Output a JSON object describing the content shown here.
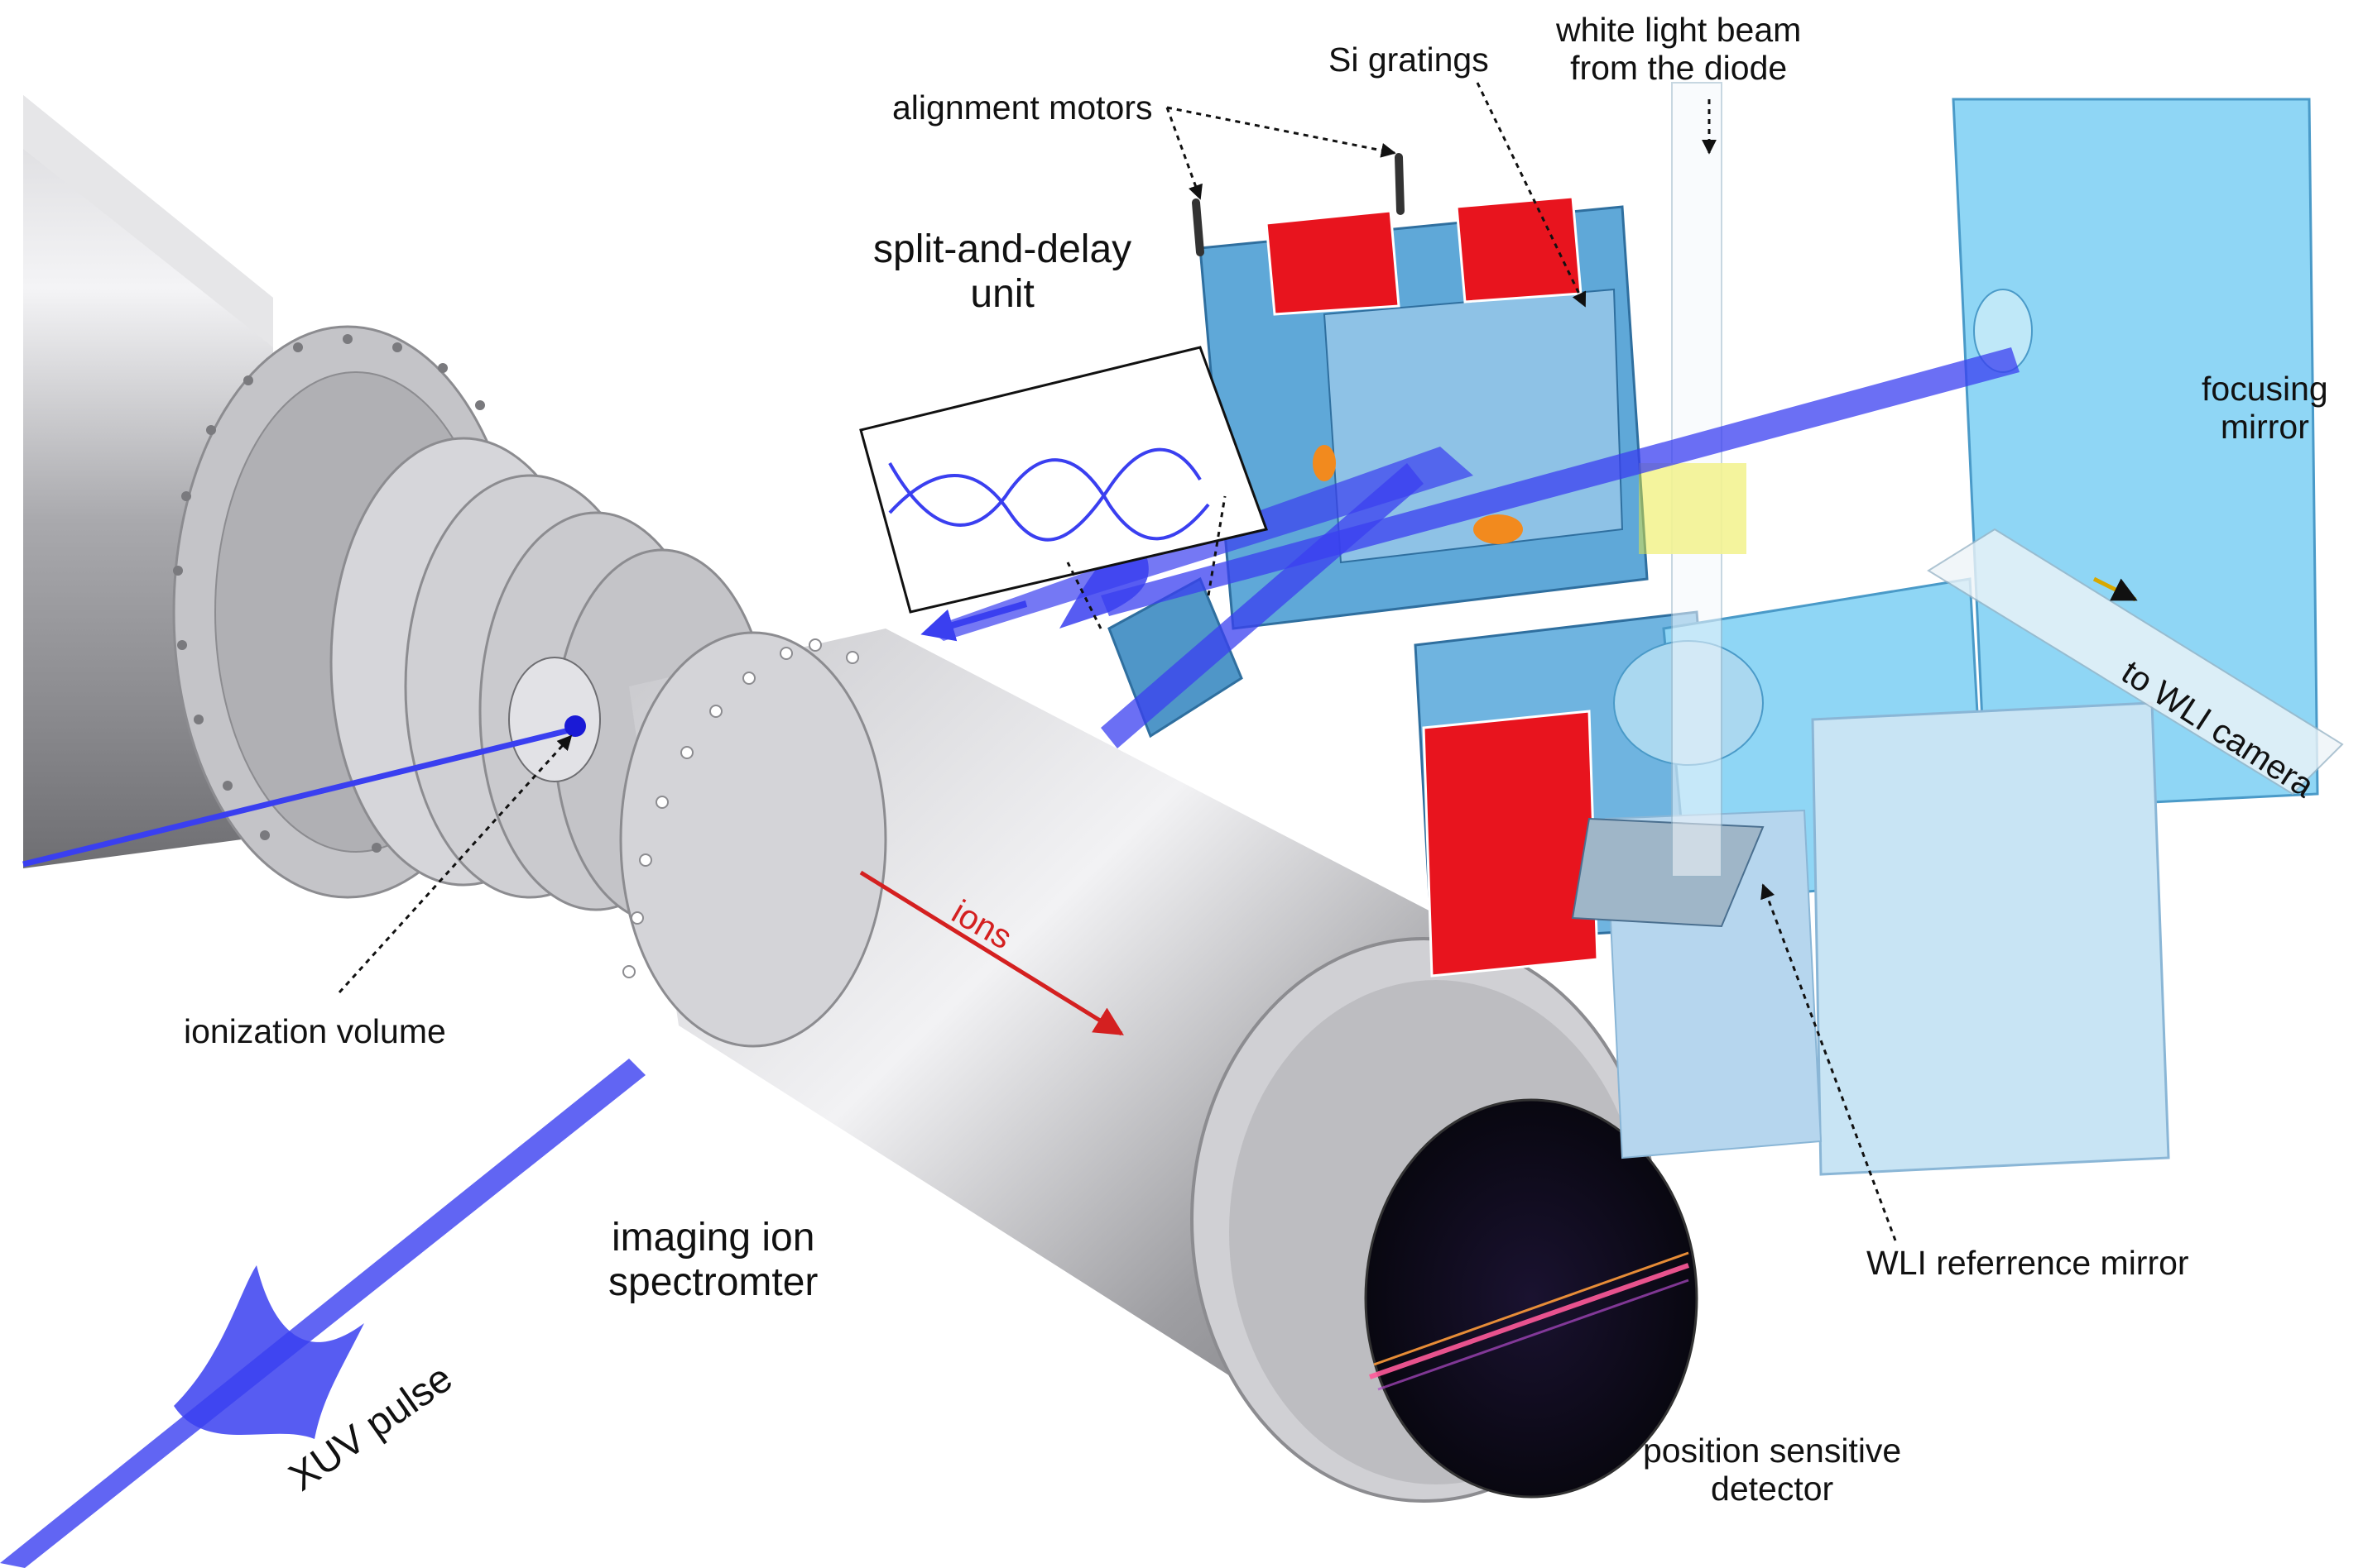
{
  "labels": {
    "white_light_line1": "white light beam",
    "white_light_line2": "from the diode",
    "si_gratings": "Si gratings",
    "alignment_motors": "alignment motors",
    "split_delay_line1": "split-and-delay",
    "split_delay_line2": "unit",
    "focusing_line1": "focusing",
    "focusing_line2": "mirror",
    "to_wli_camera": "to WLI camera",
    "ions": "ions",
    "ionization_volume": "ionization volume",
    "imaging_line1": "imaging ion",
    "imaging_line2": "spectromter",
    "wli_reference_mirror": "WLI referrence mirror",
    "xuv_pulse": "XUV pulse",
    "detector_line1": "position sensitive",
    "detector_line2": "detector"
  },
  "colors": {
    "beam_blue": "#3a3ff0",
    "mount_blue": "#5fa8d8",
    "light_cyan": "#8fd6f5",
    "piezo_red": "#e8141e",
    "steel": "#b8b8bc",
    "ions_arrow": "#d42020",
    "detector": "#0b0b14",
    "fringe": "#ff5a9a"
  }
}
